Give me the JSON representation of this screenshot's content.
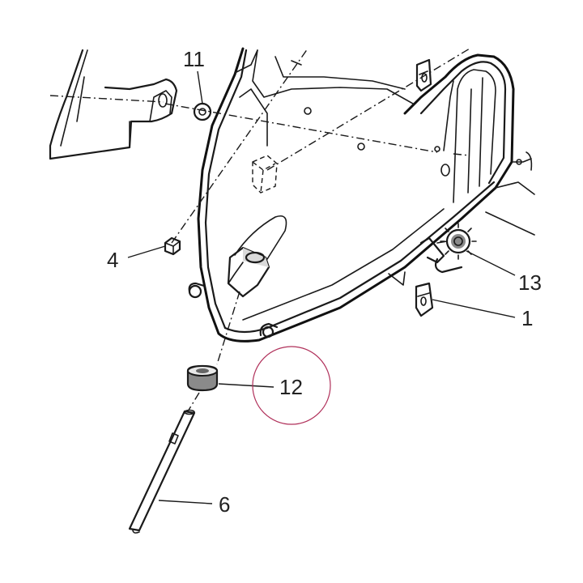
{
  "diagram": {
    "callouts": {
      "c11": "11",
      "c4": "4",
      "c12": "12",
      "c6": "6",
      "c13": "13",
      "c1": "1"
    },
    "highlight_color": "#b0305a",
    "line_color": "#1a1a1a"
  }
}
